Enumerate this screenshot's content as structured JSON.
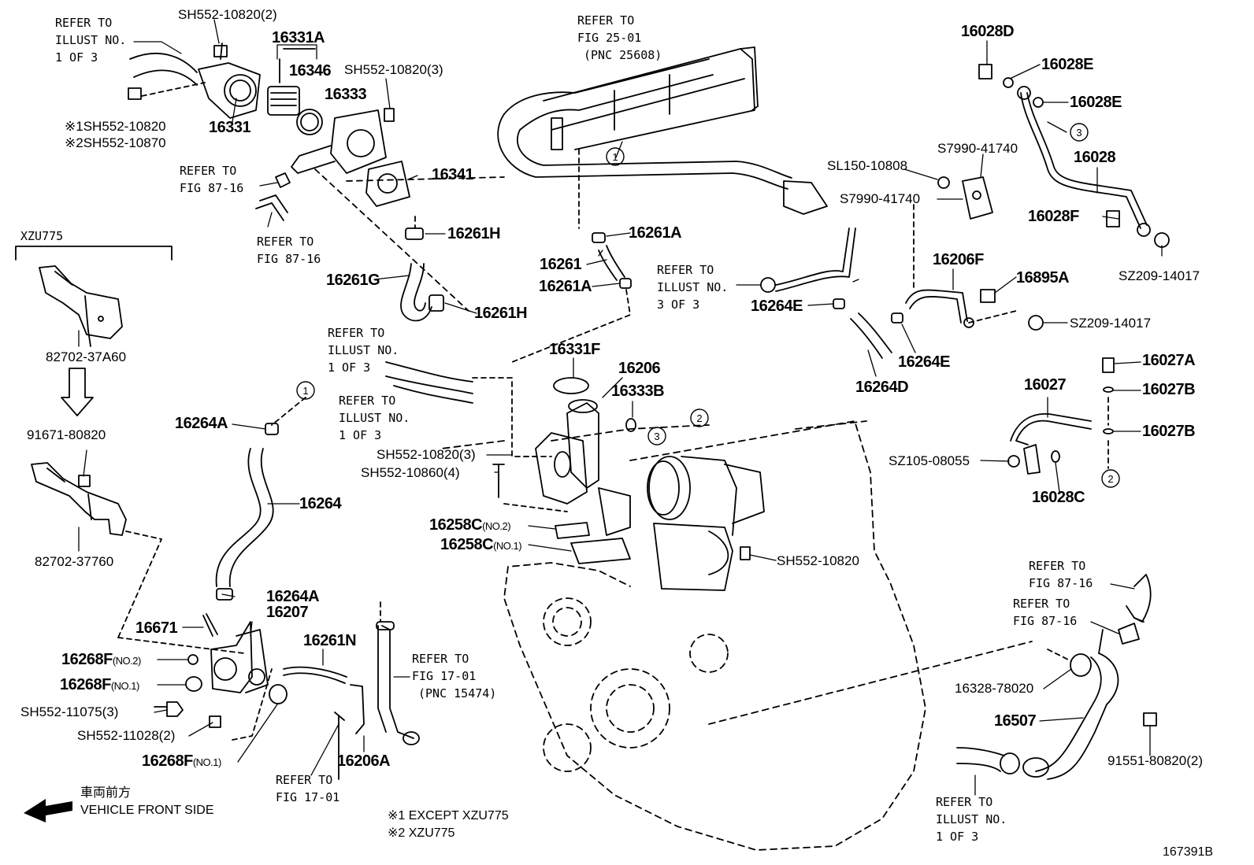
{
  "diagram_id": "167391B",
  "variant_label": "XZU775",
  "direction": {
    "jp": "車両前方",
    "en": "VEHICLE FRONT SIDE"
  },
  "footnotes": [
    "※1 EXCEPT XZU775",
    "※2 XZU775"
  ],
  "callout_numbers": [
    "1",
    "2",
    "3"
  ],
  "refs": {
    "illust_1of3": [
      "REFER TO",
      "ILLUST NO.",
      "1 OF 3"
    ],
    "illust_3of3": [
      "REFER TO",
      "ILLUST NO.",
      "3 OF 3"
    ],
    "fig_87_16": [
      "REFER TO",
      "FIG 87-16"
    ],
    "fig_17_01": [
      "REFER TO",
      "FIG 17-01"
    ],
    "fig_17_01_pnc": [
      "REFER TO",
      "FIG 17-01",
      "(PNC 15474)"
    ],
    "fig_25_01_pnc": [
      "REFER TO",
      "FIG 25-01",
      "(PNC 25608)"
    ]
  },
  "parts": {
    "p16331A": "16331A",
    "p16346": "16346",
    "p16331": "16331",
    "p16333": "16333",
    "p16341": "16341",
    "p16261H": "16261H",
    "p16261G": "16261G",
    "p16261A": "16261A",
    "p16261": "16261",
    "p16331F": "16331F",
    "p16206": "16206",
    "p16333B": "16333B",
    "p16264A": "16264A",
    "p16264": "16264",
    "p16207": "16207",
    "p16671": "16671",
    "p16268F": "16268F",
    "p16261N": "16261N",
    "p16206A": "16206A",
    "p16258C": "16258C",
    "p16028D": "16028D",
    "p16028E": "16028E",
    "p16028": "16028",
    "p16028F": "16028F",
    "p16206F": "16206F",
    "p16895A": "16895A",
    "p16264E": "16264E",
    "p16264D": "16264D",
    "p16027A": "16027A",
    "p16027B": "16027B",
    "p16027": "16027",
    "p16028C": "16028C",
    "p16507": "16507"
  },
  "qualifiers": {
    "no1": "(NO.1)",
    "no2": "(NO.2)"
  },
  "codes": {
    "sh552_10820_2": "SH552-10820(2)",
    "sh552_10820_3": "SH552-10820(3)",
    "sh552_10820": "SH552-10820",
    "sh552_10870": "SH552-10870",
    "sh552_10860_4": "SH552-10860(4)",
    "sh552_11075_3": "SH552-11075(3)",
    "sh552_11028_2": "SH552-11028(2)",
    "sl150_10808": "SL150-10808",
    "s7990_41740": "S7990-41740",
    "sz209_14017": "SZ209-14017",
    "sz105_08055": "SZ105-08055",
    "c82702_37A60": "82702-37A60",
    "c82702_37760": "82702-37760",
    "c91671_80820": "91671-80820",
    "c16328_78020": "16328-78020",
    "c91551_80820_2": "91551-80820(2)",
    "mark1": "※1",
    "mark2": "※2"
  }
}
